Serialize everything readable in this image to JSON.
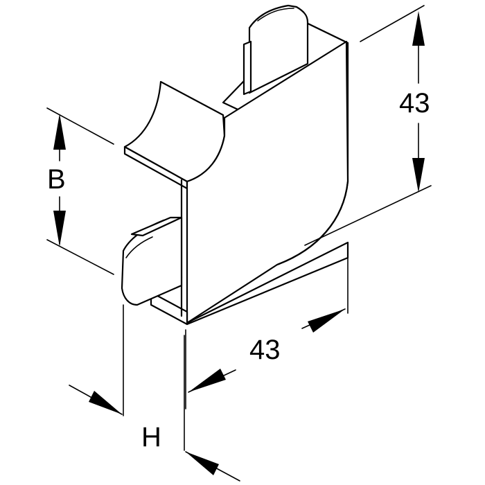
{
  "dimensions": {
    "height_right": "43",
    "width_bottom": "43",
    "b_label": "B",
    "h_label": "H"
  }
}
